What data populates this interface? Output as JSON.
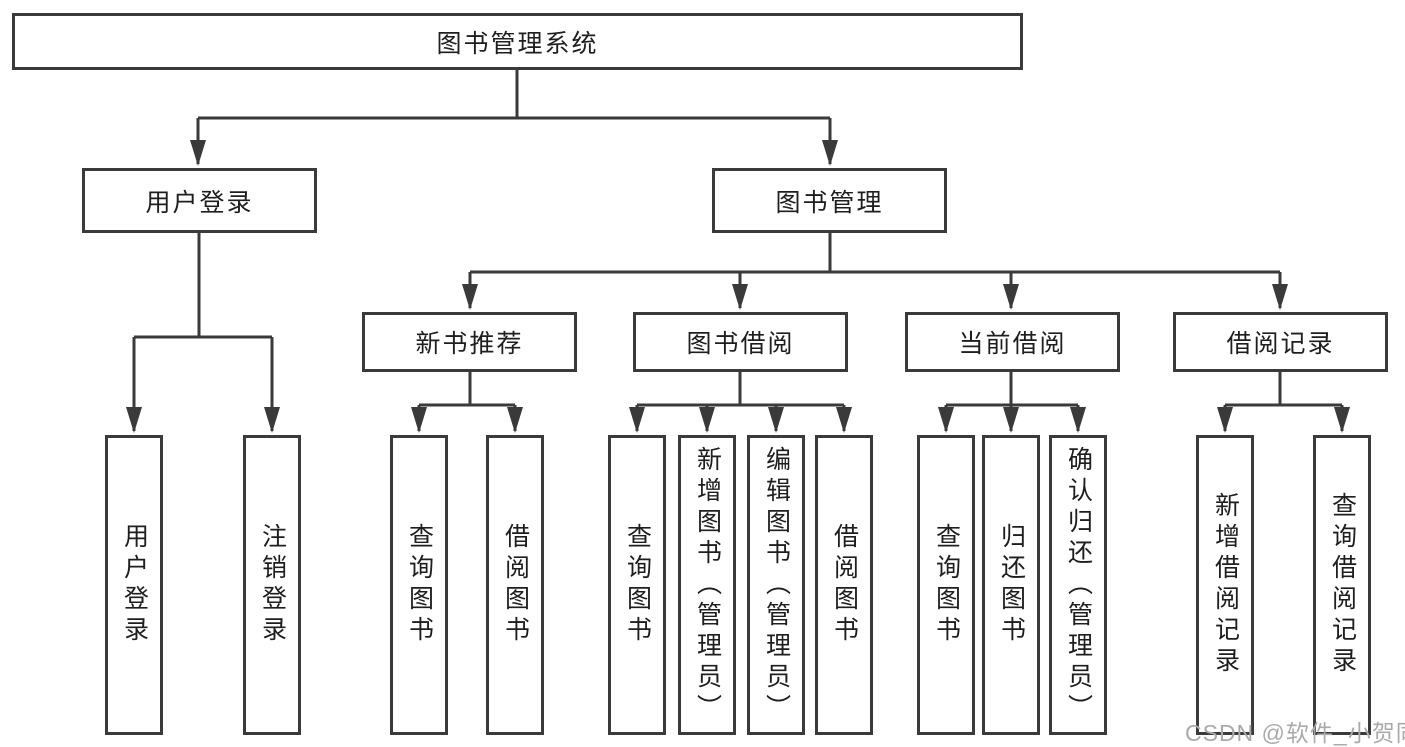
{
  "tree": {
    "label": "图书管理系统",
    "children": [
      {
        "label": "用户登录",
        "children": [
          {
            "label": "用户登录"
          },
          {
            "label": "注销登录"
          }
        ]
      },
      {
        "label": "图书管理",
        "children": [
          {
            "label": "新书推荐",
            "children": [
              {
                "label": "查询图书"
              },
              {
                "label": "借阅图书"
              }
            ]
          },
          {
            "label": "图书借阅",
            "children": [
              {
                "label": "查询图书"
              },
              {
                "label": "新增图书（管理员）"
              },
              {
                "label": "编辑图书（管理员）"
              },
              {
                "label": "借阅图书"
              }
            ]
          },
          {
            "label": "当前借阅",
            "children": [
              {
                "label": "查询图书"
              },
              {
                "label": "归还图书"
              },
              {
                "label": "确认归还（管理员）"
              }
            ]
          },
          {
            "label": "借阅记录",
            "children": [
              {
                "label": "新增借阅记录"
              },
              {
                "label": "查询借阅记录"
              }
            ]
          }
        ]
      }
    ]
  },
  "watermark": "CSDN @软件_小贺同学",
  "colors": {
    "line": "#3a3a3a",
    "text": "#1e1e1e",
    "watermark": "#aaaaaa",
    "background": "#ffffff"
  }
}
